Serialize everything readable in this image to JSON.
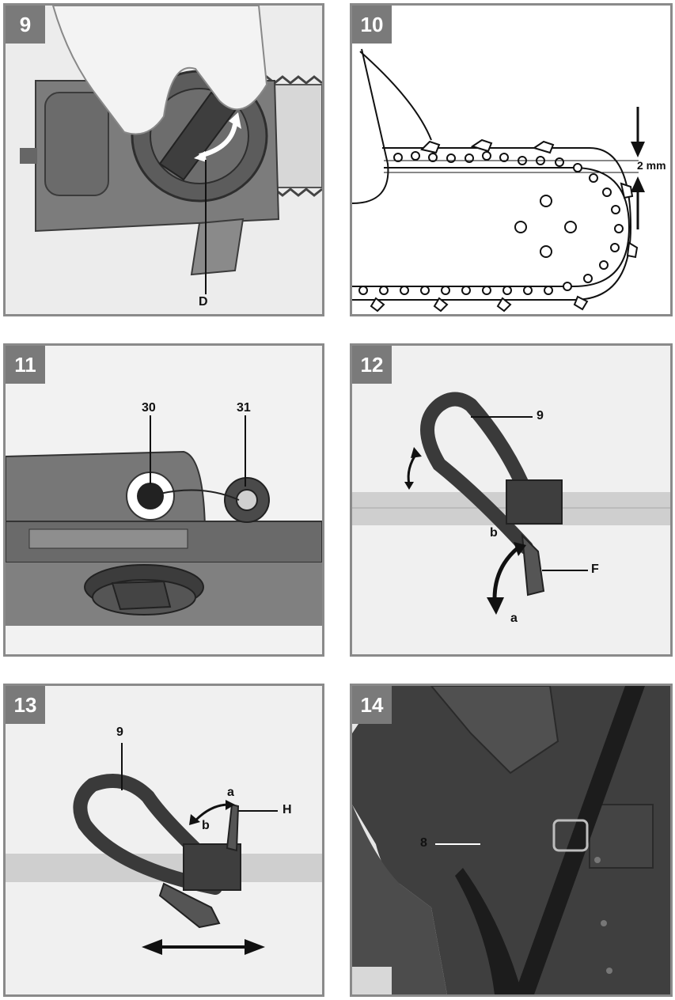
{
  "figures": [
    {
      "number": "9",
      "labels": [
        "D"
      ]
    },
    {
      "number": "10",
      "labels": [
        "2 mm"
      ]
    },
    {
      "number": "11",
      "labels": [
        "30",
        "31"
      ]
    },
    {
      "number": "12",
      "labels": [
        "9",
        "b",
        "F",
        "a"
      ]
    },
    {
      "number": "13",
      "labels": [
        "9",
        "a",
        "H",
        "b"
      ]
    },
    {
      "number": "14",
      "labels": [
        "8"
      ]
    }
  ]
}
